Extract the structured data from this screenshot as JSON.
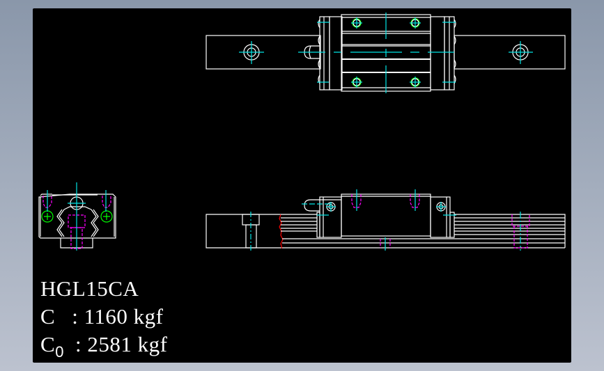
{
  "model": "HGL15CA",
  "specs": [
    {
      "symbol": "C",
      "subscript": "",
      "separator": ":",
      "value": "1160",
      "unit": "kgf"
    },
    {
      "symbol": "C",
      "subscript": "0",
      "separator": ":",
      "value": "2581",
      "unit": "kgf"
    }
  ],
  "views": [
    "top-view",
    "end-view",
    "side-view"
  ],
  "colors": {
    "background": "#000000",
    "outline": "#ffffff",
    "centerline": "#00e5e5",
    "hidden_line": "#ff00ff",
    "thread": "#00ff00",
    "break_line": "#ff0000",
    "frame_bg": "#97a2b4"
  }
}
